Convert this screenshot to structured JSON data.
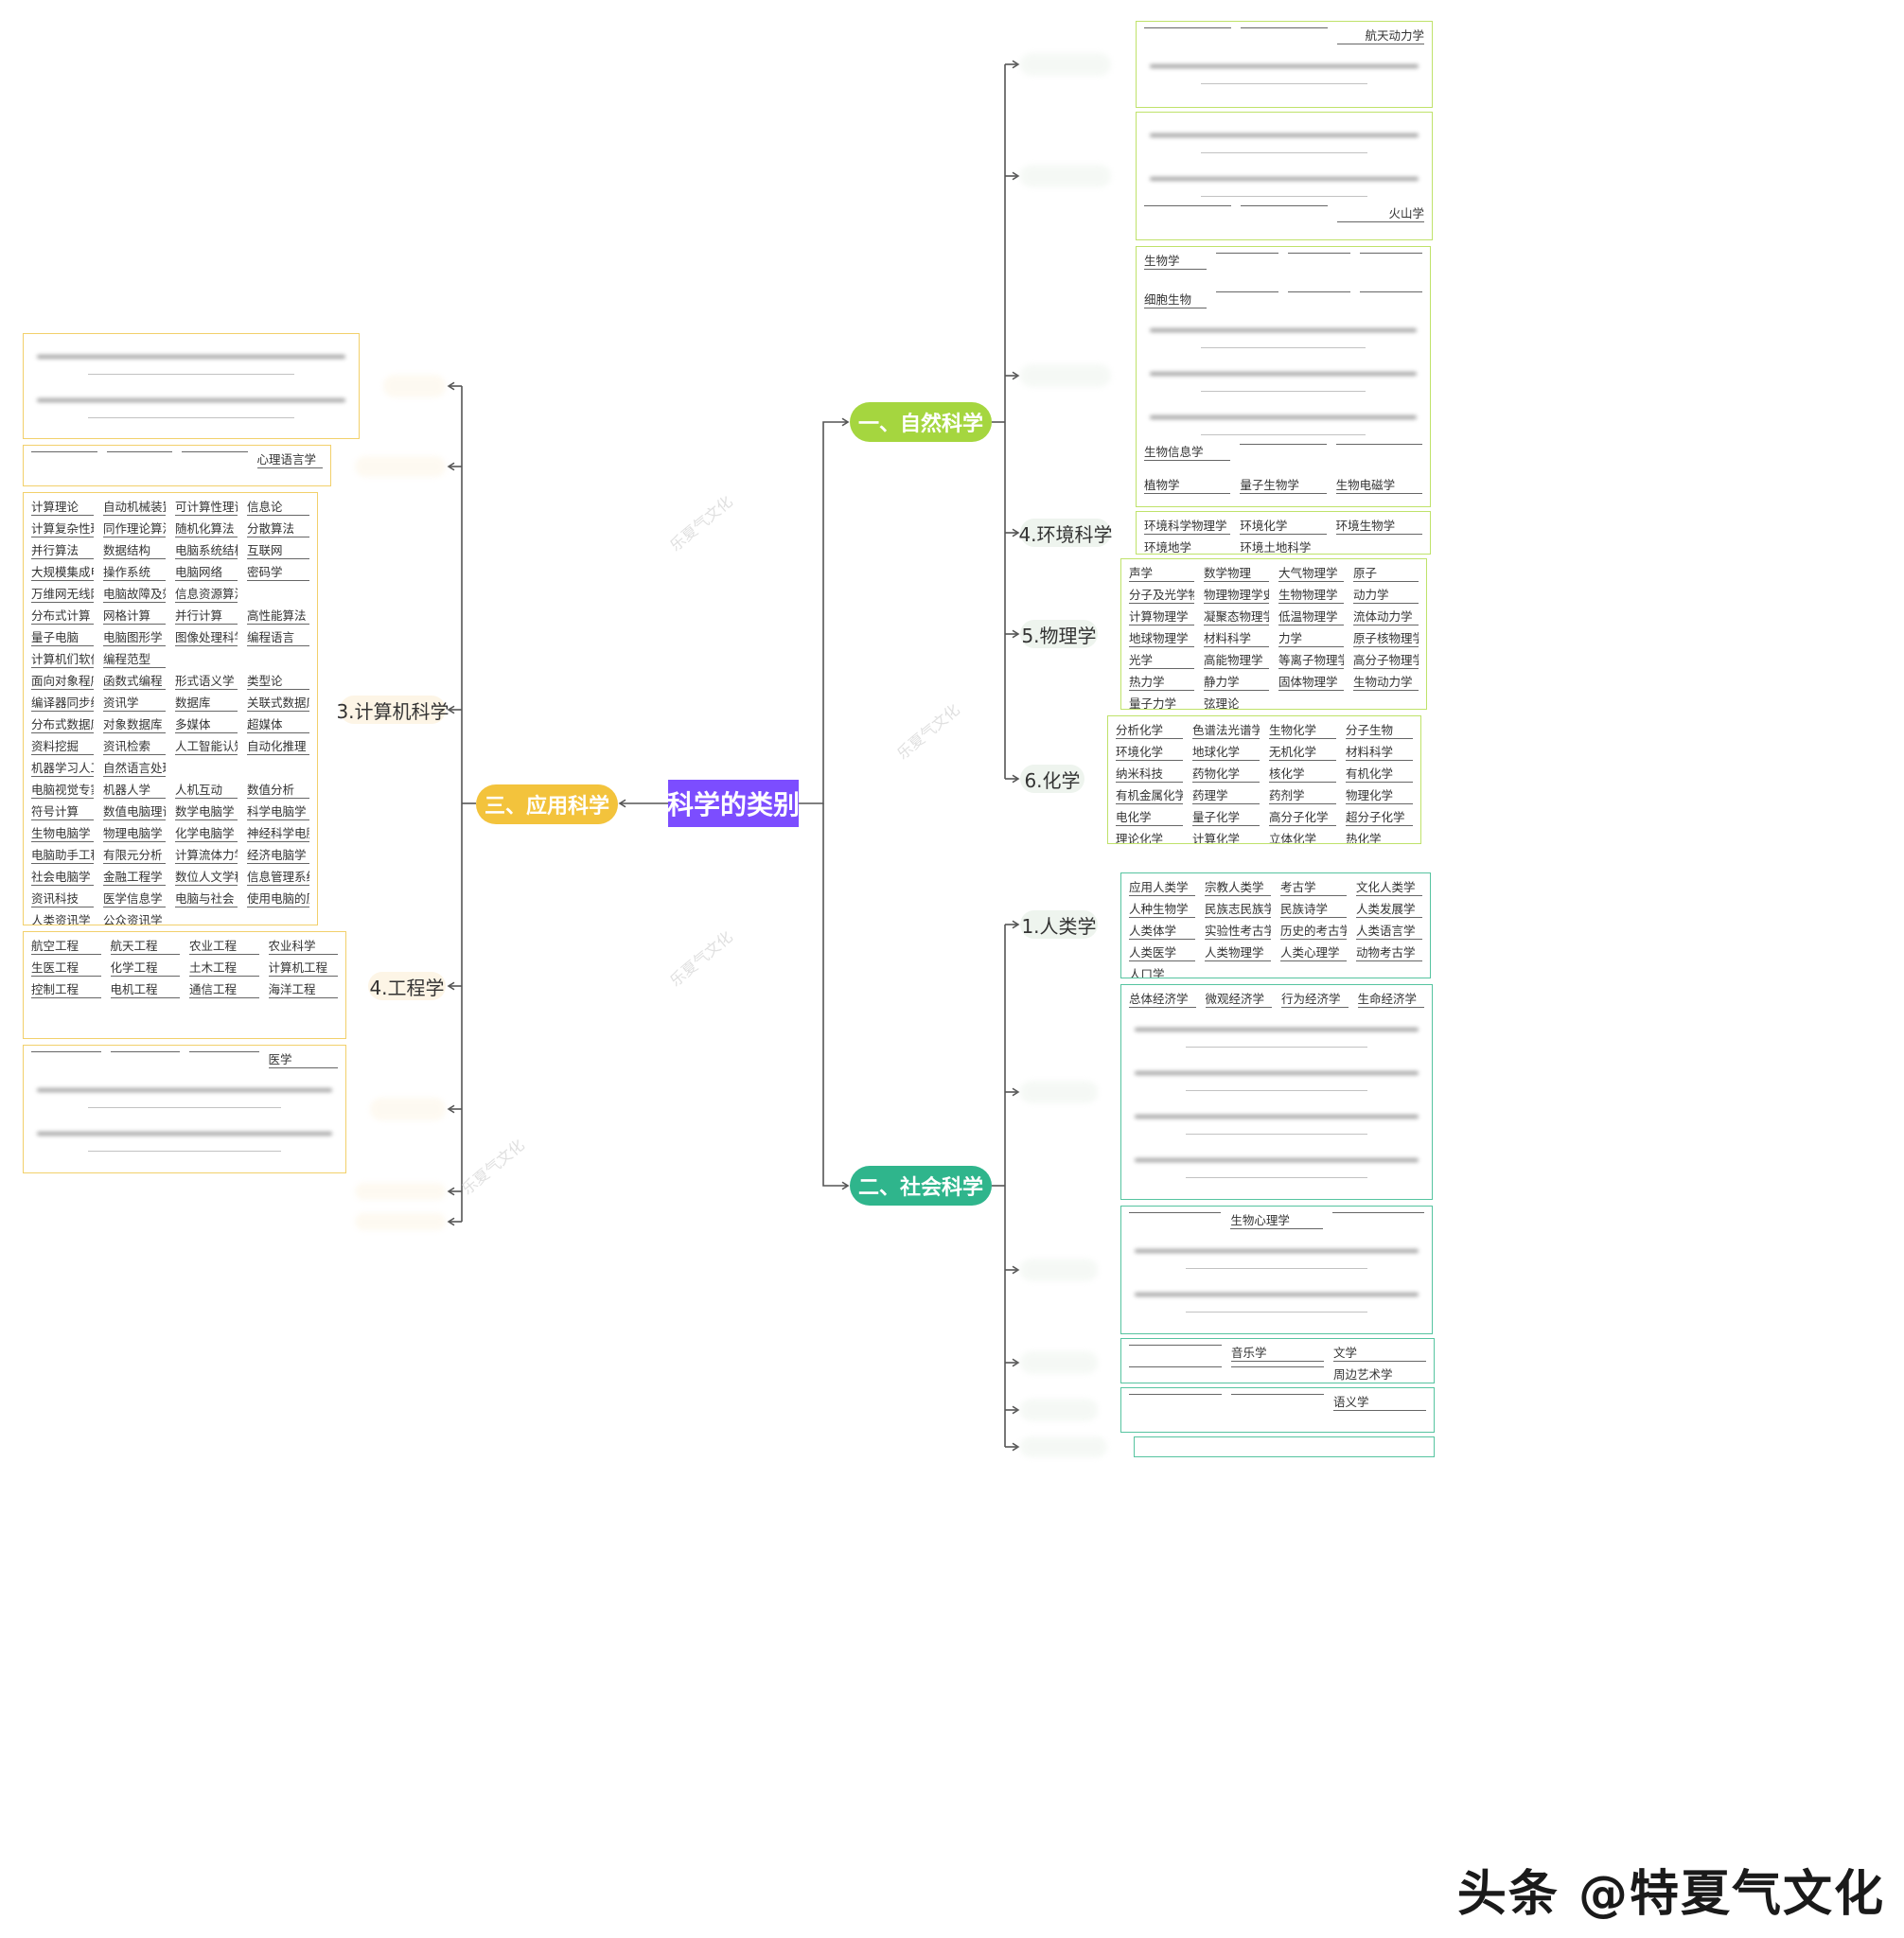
{
  "root": {
    "label": "科学的类别"
  },
  "branches": {
    "natural": {
      "label": "一、自然科学",
      "color": "#a5d63f"
    },
    "social": {
      "label": "二、社会科学",
      "color": "#2fb58c"
    },
    "applied": {
      "label": "三、应用科学",
      "color": "#f3c33c"
    }
  },
  "subtopics": {
    "env": "4.环境科学",
    "physics": "5.物理学",
    "chemistry": "6.化学",
    "anthro": "1.人类学",
    "cs": "3.计算机科学",
    "eng": "4.工程学"
  },
  "boxes": {
    "astro_partial": "航天动力学",
    "earth_partial": "火山学",
    "bio_partial": {
      "r1": "生物学",
      "r3": "细胞生物",
      "r9": "生物信息学",
      "r10": [
        "植物学",
        "量子生物学",
        "生物电磁学"
      ]
    },
    "env": [
      [
        "环境科学物理学",
        "环境化学",
        "环境生物学"
      ],
      [
        "环境地学",
        "环境土地科学",
        ""
      ]
    ],
    "physics": [
      [
        "声学",
        "数学物理",
        "大气物理学",
        "原子"
      ],
      [
        "分子及光学物理学",
        "物理物理学史",
        "生物物理学",
        "动力学"
      ],
      [
        "计算物理学",
        "凝聚态物理学",
        "低温物理学",
        "流体动力学"
      ],
      [
        "地球物理学",
        "材料科学",
        "力学",
        "原子核物理学"
      ],
      [
        "光学",
        "高能物理学",
        "等离子物理学",
        "高分子物理学"
      ],
      [
        "热力学",
        "静力学",
        "固体物理学",
        "生物动力学"
      ],
      [
        "量子力学",
        "弦理论",
        "",
        ""
      ]
    ],
    "chemistry": [
      [
        "分析化学",
        "色谱法光谱学",
        "生物化学",
        "分子生物"
      ],
      [
        "环境化学",
        "地球化学",
        "无机化学",
        "材料科学"
      ],
      [
        "纳米科技",
        "药物化学",
        "核化学",
        "有机化学"
      ],
      [
        "有机金属化学",
        "药理学",
        "药剂学",
        "物理化学"
      ],
      [
        "电化学",
        "量子化学",
        "高分子化学",
        "超分子化学"
      ],
      [
        "理论化学",
        "计算化学",
        "立体化学",
        "热化学"
      ]
    ],
    "anthro": [
      [
        "应用人类学",
        "宗教人类学",
        "考古学",
        "文化人类学"
      ],
      [
        "人种生物学",
        "民族志民族学",
        "民族诗学",
        "人类发展学"
      ],
      [
        "人类体学",
        "实验性考古学",
        "历史的考古学",
        "人类语言学"
      ],
      [
        "人类医学",
        "人类物理学",
        "人类心理学",
        "动物考古学"
      ],
      [
        "人口学",
        "",
        "",
        ""
      ]
    ],
    "econ_first": [
      "总体经济学",
      "微观经济学",
      "行为经济学",
      "生命经济学"
    ],
    "psych_partial": "生物心理学",
    "arts_partial": [
      "音乐学",
      "文学",
      "周边艺术学"
    ],
    "lang_partial": "语义学",
    "cs_partial": "心理语言学",
    "cs": [
      [
        "计算理论",
        "自动机械装置理论",
        "可计算性理论",
        "信息论"
      ],
      [
        "计算复杂性理论",
        "同作理论算法",
        "随机化算法",
        "分散算法"
      ],
      [
        "并行算法",
        "数据结构",
        "电脑系统结构",
        "互联网"
      ],
      [
        "大规模集成电路设计",
        "操作系统",
        "电脑网络",
        "密码学"
      ],
      [
        "万维网无线网络",
        "电脑故障及效能",
        "信息资源算法",
        ""
      ],
      [
        "分布式计算",
        "网格计算",
        "并行计算",
        "高性能算法"
      ],
      [
        "量子电脑",
        "电脑图形学",
        "图像处理科学形象",
        "编程语言"
      ],
      [
        "计算机们软件工程形式化程序（形式化验证）",
        "编程范型",
        "",
        ""
      ],
      [
        "面向对象程序设计",
        "函数式编程",
        "形式语义学",
        "类型论"
      ],
      [
        "编译器同步编程语言",
        "资讯学",
        "数据库",
        "关联式数据库"
      ],
      [
        "分布式数据库",
        "对象数据库",
        "多媒体",
        "超媒体"
      ],
      [
        "资料挖掘",
        "资讯检索",
        "人工智能认知科学",
        "自动化推理"
      ],
      [
        "机器学习人工神经网络",
        "自然语言处理（计算语言学）",
        "",
        ""
      ],
      [
        "电脑视觉专家系统",
        "机器人学",
        "人机互动",
        "数值分析"
      ],
      [
        "符号计算",
        "数值电脑理论",
        "数学电脑学",
        "科学电脑学"
      ],
      [
        "生物电脑学",
        "物理电脑学",
        "化学电脑学",
        "神经科学电脑学"
      ],
      [
        "电脑助手工程学",
        "有限元分析",
        "计算流体力学",
        "经济电脑学"
      ],
      [
        "社会电脑学",
        "金融工程学",
        "数位人文学科",
        "信息管理系统"
      ],
      [
        "资讯科技",
        "医学信息学",
        "电脑与社会",
        "使用电脑的历史"
      ],
      [
        "人类资讯学",
        "公众资讯学",
        "",
        ""
      ]
    ],
    "eng": [
      [
        "航空工程",
        "航天工程",
        "农业工程",
        "农业科学"
      ],
      [
        "生医工程",
        "化学工程",
        "土木工程",
        "计算机工程"
      ],
      [
        "控制工程",
        "电机工程",
        "通信工程",
        "海洋工程"
      ]
    ],
    "med_partial": "医学"
  },
  "watermark": "头条 @特夏气文化",
  "watermark_tile": "乐夏气文化"
}
